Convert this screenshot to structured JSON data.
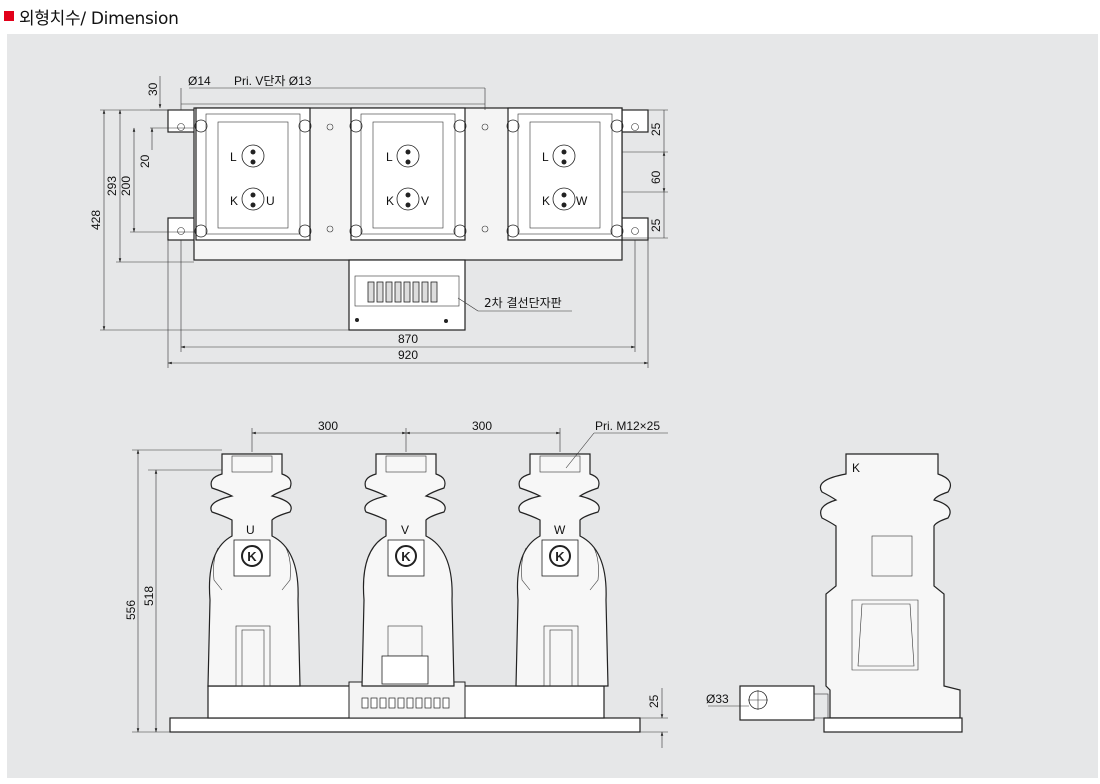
{
  "header": {
    "title": "외형치수/ Dimension",
    "accent_color": "#e2001a"
  },
  "top_view": {
    "dims": {
      "d30": "30",
      "d14": "Ø14",
      "pri_v": "Pri. V단자 Ø13",
      "d20": "20",
      "d200": "200",
      "d293": "293",
      "d428": "428",
      "d25a": "25",
      "d60": "60",
      "d25b": "25",
      "d870": "870",
      "d920": "920"
    },
    "units": [
      {
        "top": "L",
        "bottom": "K",
        "phase": "U"
      },
      {
        "top": "L",
        "bottom": "K",
        "phase": "V"
      },
      {
        "top": "L",
        "bottom": "K",
        "phase": "W"
      }
    ],
    "terminal_label": "2차 결선단자판"
  },
  "front_view": {
    "dims": {
      "d300a": "300",
      "d300b": "300",
      "pri_m": "Pri. M12×25",
      "d556": "556",
      "d518": "518",
      "d25": "25"
    },
    "phases": [
      "U",
      "V",
      "W"
    ]
  },
  "side_view": {
    "label_k": "K",
    "d33": "Ø33"
  }
}
